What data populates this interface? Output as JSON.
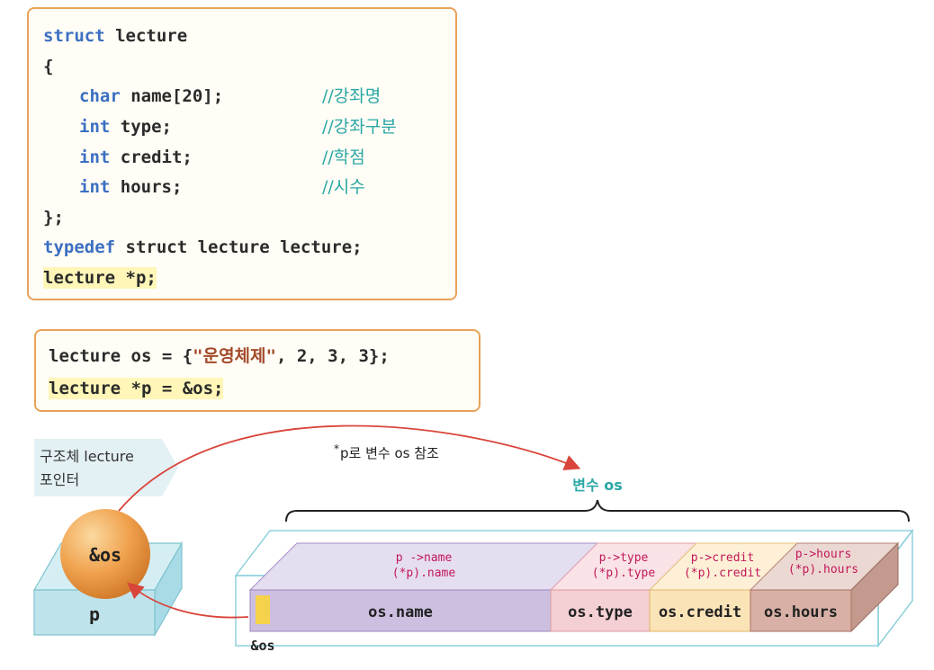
{
  "code_struct": {
    "lines": [
      {
        "kw": "struct",
        "text": " lecture",
        "comment": ""
      },
      {
        "kw": "",
        "text": "{",
        "comment": ""
      },
      {
        "kw": "char",
        "text": " name[20];",
        "comment": "//강좌명"
      },
      {
        "kw": "int",
        "text": " type;",
        "comment": "//강좌구분"
      },
      {
        "kw": "int",
        "text": " credit;",
        "comment": "//학점"
      },
      {
        "kw": "int",
        "text": " hours;",
        "comment": "//시수"
      },
      {
        "kw": "",
        "text": "};",
        "comment": ""
      },
      {
        "kw": "typedef",
        "text": " struct lecture lecture;",
        "kw2": "struct"
      },
      {
        "kw": "",
        "text": "lecture *p;",
        "comment": ""
      }
    ]
  },
  "code_init": {
    "line1_prefix": "lecture os = {",
    "line1_string": "\"운영체제\"",
    "line1_suffix": ", 2, 3, 3};",
    "line2": "lecture *p = &os;"
  },
  "diagram": {
    "pointer_label_line1": "구조체 lecture",
    "pointer_label_line2": "포인터",
    "ball_label": "&os",
    "box_label": "p",
    "arrow_caption_star": "*",
    "arrow_caption": "p로 변수 os 참조",
    "variable_label": "변수 os",
    "address_label": "&os",
    "fields": [
      {
        "top1": "p ->name",
        "top2": "(*p).name",
        "front": "os.name"
      },
      {
        "top1": "p->type",
        "top2": "(*p).type",
        "front": "os.type"
      },
      {
        "top1": "p->credit",
        "top2": "(*p).credit",
        "front": "os.credit"
      },
      {
        "top1": "p->hours",
        "top2": "(*p).hours",
        "front": "os.hours"
      }
    ]
  },
  "colors": {
    "border": "#e8a25a",
    "keyword": "#3b6fc2",
    "comment": "#2aa7a5",
    "string": "#a44a2b",
    "highlight": "#fff6b8",
    "arrow": "#d9453b",
    "name_field": "#cdbfe0",
    "type_field": "#f4cfd3",
    "credit_field": "#fbe3b8",
    "hours_field": "#d8b0a5",
    "pointer_box": "#bfe3ea"
  }
}
